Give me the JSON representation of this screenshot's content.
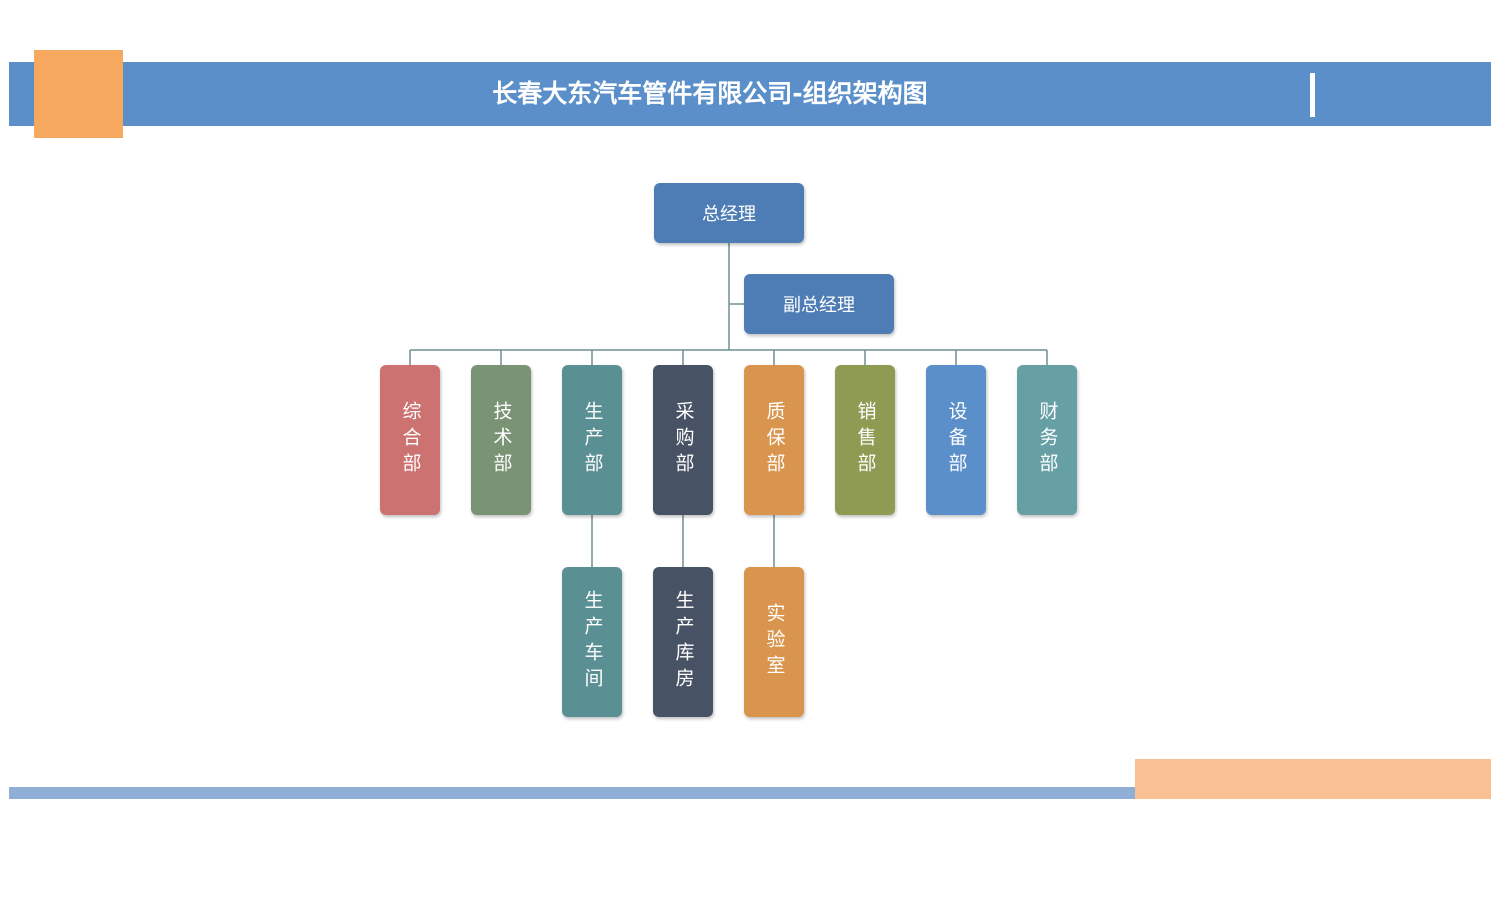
{
  "header": {
    "title": "长春大东汽车管件有限公司-组织架构图"
  },
  "org": {
    "top": {
      "label": "总经理",
      "color": "#4e7db5"
    },
    "deputy": {
      "label": "副总经理",
      "color": "#4e7db5"
    },
    "departments": [
      {
        "label": "综合部",
        "color": "#cc7270"
      },
      {
        "label": "技术部",
        "color": "#7a9374"
      },
      {
        "label": "生产部",
        "color": "#5a8f94"
      },
      {
        "label": "采购部",
        "color": "#475264"
      },
      {
        "label": "质保部",
        "color": "#d9954d"
      },
      {
        "label": "销售部",
        "color": "#8f9a53"
      },
      {
        "label": "设备部",
        "color": "#5b8fc9"
      },
      {
        "label": "财务部",
        "color": "#66a0a5"
      }
    ],
    "sub_units": [
      {
        "label": "生产车间",
        "color": "#5a8f94",
        "parent_index": 2
      },
      {
        "label": "生产库房",
        "color": "#475264",
        "parent_index": 3
      },
      {
        "label": "实验室",
        "color": "#d9954d",
        "parent_index": 4
      }
    ],
    "line_color": "#6f8f94"
  }
}
